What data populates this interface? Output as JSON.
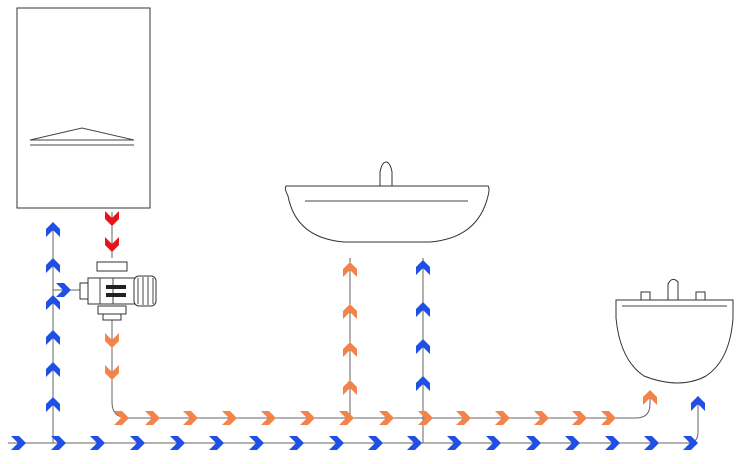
{
  "colors": {
    "cold": "#1f4fe6",
    "mixed": "#f4834a",
    "hot": "#e8141c",
    "outline": "#333333",
    "pipe": "#666666"
  },
  "icons": [
    "boiler-icon",
    "thermostatic-mixing-valve-icon",
    "basin-icon",
    "wall-basin-icon",
    "flow-arrow-icon"
  ],
  "flows": {
    "cold_supply": "cold",
    "hot_from_boiler": "hot",
    "mixed_to_outlets": "mixed"
  }
}
